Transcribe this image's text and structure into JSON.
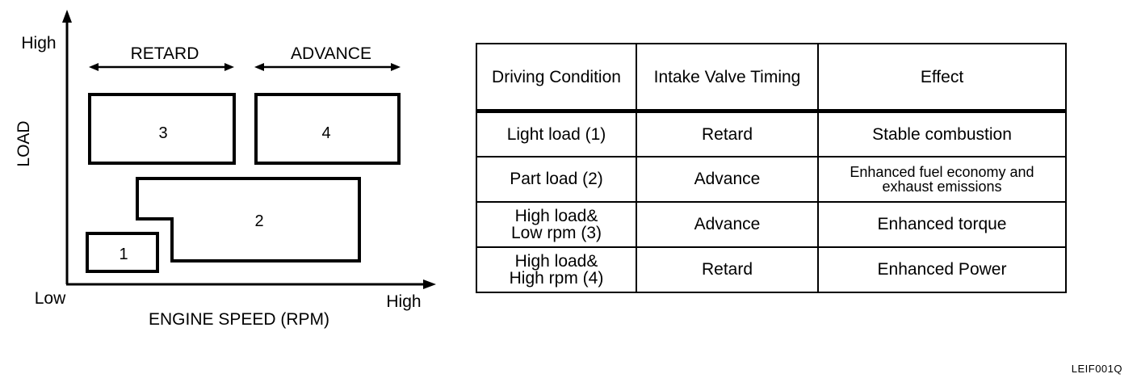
{
  "diagram": {
    "y_axis": {
      "label": "LOAD",
      "high": "High",
      "low": "Low"
    },
    "x_axis": {
      "label": "ENGINE SPEED (RPM)",
      "high": "High"
    },
    "ranges": {
      "retard": "RETARD",
      "advance": "ADVANCE"
    },
    "regions": [
      "1",
      "2",
      "3",
      "4"
    ]
  },
  "table": {
    "headers": [
      "Driving Condition",
      "Intake Valve Timing",
      "Effect"
    ],
    "rows": [
      {
        "condition_line1": "Light load (1)",
        "condition_line2": "",
        "timing": "Retard",
        "effect_line1": "Stable combustion",
        "effect_line2": ""
      },
      {
        "condition_line1": "Part load (2)",
        "condition_line2": "",
        "timing": "Advance",
        "effect_line1": "Enhanced fuel economy and",
        "effect_line2": "exhaust emissions"
      },
      {
        "condition_line1": "High load&",
        "condition_line2": "Low rpm (3)",
        "timing": "Advance",
        "effect_line1": "Enhanced torque",
        "effect_line2": ""
      },
      {
        "condition_line1": "High load&",
        "condition_line2": "High rpm (4)",
        "timing": "Retard",
        "effect_line1": "Enhanced Power",
        "effect_line2": ""
      }
    ]
  },
  "footer": {
    "code": "LEIF001Q"
  }
}
